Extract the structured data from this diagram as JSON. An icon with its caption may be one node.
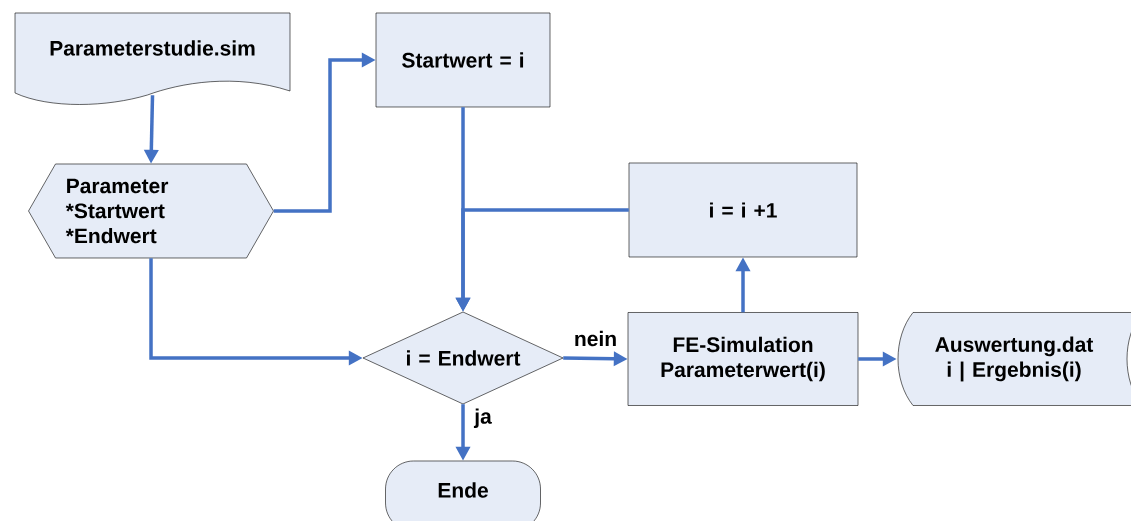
{
  "diagram": {
    "nodes": [
      {
        "text": [
          "Parameterstudie.sim"
        ]
      },
      {
        "text": [
          "Startwert = i"
        ]
      },
      {
        "text": [
          "Parameter",
          "*Startwert",
          "*Endwert"
        ]
      },
      {
        "text": [
          "i = i +1"
        ]
      },
      {
        "text": [
          "i = Endwert"
        ]
      },
      {
        "text": [
          "FE-Simulation Parameterwert(i)"
        ]
      },
      {
        "text": [
          "Auswertung.dat i | Ergebnis(i)"
        ]
      },
      {
        "text": [
          "Ende"
        ]
      }
    ],
    "edges": [
      {
        "from": 0,
        "to": 2,
        "arrow": "to"
      },
      {
        "from": 2,
        "to": 1,
        "arrow": "to"
      },
      {
        "from": 1,
        "to": 4,
        "arrow": "to"
      },
      {
        "from": 3,
        "to": 4,
        "arrow": "to"
      },
      {
        "from": 2,
        "to": 4,
        "arrow": "to"
      },
      {
        "from": 4,
        "to": 5,
        "arrow": "to",
        "label": "nein"
      },
      {
        "from": 5,
        "to": 6,
        "arrow": "to"
      },
      {
        "from": 5,
        "to": 3,
        "arrow": "to"
      },
      {
        "from": 4,
        "to": 7,
        "arrow": "to",
        "label": "ja"
      }
    ]
  }
}
